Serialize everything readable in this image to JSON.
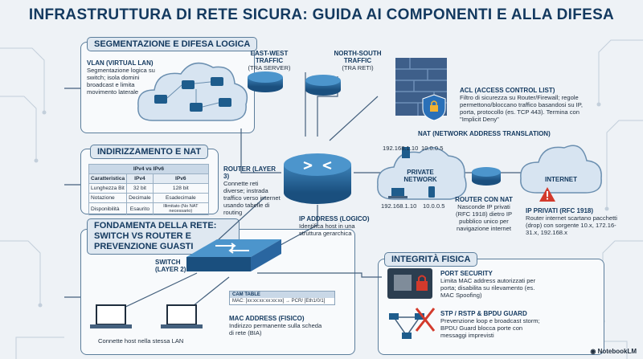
{
  "title": "INFRASTRUTTURA DI RETE SICURA: GUIDA AI COMPONENTI E ALLA DIFESA",
  "segmentation": {
    "tab": "SEGMENTAZIONE E DIFESA LOGICA",
    "vlan_title": "VLAN (VIRTUAL LAN)",
    "vlan_desc": "Segmentazione logica su switch; isola domini broadcast e limita movimento laterale",
    "eastwest_title": "EAST-WEST TRAFFIC",
    "eastwest_sub": "(TRA SERVER)",
    "northsouth_title": "NORTH-SOUTH TRAFFIC",
    "northsouth_sub": "(TRA RETI)",
    "acl_title": "ACL (ACCESS CONTROL LIST)",
    "acl_desc": "Filtro di sicurezza su Router/Firewall; regole permettono/bloccano traffico basandosi su IP, porta, protocollo (es. TCP 443). Termina con \"Implicit Deny\""
  },
  "addressing": {
    "tab": "INDIRIZZAMENTO E NAT",
    "table_caption": "IPv4 vs IPv6",
    "headers": [
      "Caratteristica",
      "IPv4",
      "IPv6"
    ],
    "rows": [
      [
        "Lunghezza Bit",
        "32 bit",
        "128 bit"
      ],
      [
        "Notazione",
        "Decimale",
        "Esadecimale"
      ],
      [
        "Disponibilità",
        "Esaurito",
        "Illimitato (No NAT necessario)"
      ]
    ]
  },
  "router": {
    "title": "ROUTER (LAYER 3)",
    "desc": "Connette reti diverse; instrada traffico verso internet usando tabelle di routing"
  },
  "ip_address": {
    "title": "IP ADDRESS (LOGICO)",
    "desc": "Identifica host in una struttura gerarchica"
  },
  "nat": {
    "title": "NAT (NETWORK ADDRESS TRANSLATION)",
    "private_network": "PRIVATE NETWORK",
    "ips": [
      "192.168.1.10",
      "10.0.0.5",
      "192.168.1.10",
      "10.0.0.5"
    ],
    "router_nat_title": "ROUTER CON NAT",
    "router_nat_desc": "Nasconde IP privati (RFC 1918) dietro IP pubblico unico per navigazione internet",
    "internet": "INTERNET",
    "private_ip_title": "IP PRIVATI (RFC 1918)",
    "private_ip_desc": "Router internet scartano pacchetti (drop) con sorgente 10.x, 172.16-31.x, 192.168.x"
  },
  "foundation": {
    "tab": "FONDAMENTA DELLA RETE: SWITCH VS ROUTER E PREVENZIONE GUASTI",
    "switch_title": "SWITCH (LAYER 2)",
    "hosts_caption": "Connette host nella stessa LAN",
    "cam_title": "CAM TABLE",
    "cam_row": "MAC: [xx:xx:xx:xx:xx:xx] → PCR/ [Eth1/0/1]",
    "mac_title": "MAC ADDRESS (FISICO)",
    "mac_desc": "Indirizzo permanente sulla scheda di rete (BIA)"
  },
  "physical": {
    "tab": "INTEGRITÀ FISICA",
    "port_title": "PORT SECURITY",
    "port_desc": "Limita MAC address autorizzati per porta; disabilita su rilevamento (es. MAC Spoofing)",
    "stp_title": "STP / RSTP & BPDU GUARD",
    "stp_desc": "Prevenzione loop e broadcast storm; BPDU Guard blocca porte con messaggi imprevisti"
  },
  "brand": "NotebookLM",
  "colors": {
    "navy": "#13395f",
    "steel": "#5c7e9c",
    "device": "#1e5c8c",
    "alert": "#d33a2c",
    "wall": "#3e5f8a"
  }
}
